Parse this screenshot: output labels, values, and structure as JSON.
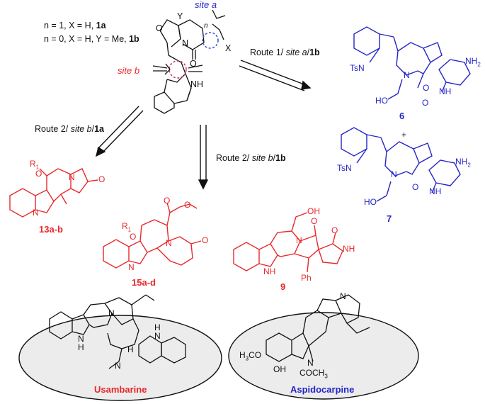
{
  "colors": {
    "black": "#111111",
    "red": "#e8282b",
    "blue": "#2525c8",
    "site_b_circle": "#d33c6b",
    "site_a_circle": "#3b5ec9"
  },
  "conditions": {
    "n1": "n = 1, X = H, ",
    "n1_cmpd": "1a",
    "n0": "n = 0, X = H, Y = Me, ",
    "n0_cmpd": "1b"
  },
  "sites": {
    "a": "site a",
    "b": "site b"
  },
  "start_atoms": {
    "Y": "Y",
    "O": "O",
    "n": "n",
    "X": "X",
    "carbonyl_O": "O",
    "NH": "NH",
    "N": "N"
  },
  "routes": {
    "r1_prefix": "Route 1/ ",
    "r1_site": "site a",
    "r1_sep": "/",
    "r1_cmpd": "1b",
    "r2a_prefix": "Route 2/ ",
    "r2a_site": "site b",
    "r2a_sep": "/",
    "r2a_cmpd": "1a",
    "r2b_prefix": "Route 2/ ",
    "r2b_site": "site b",
    "r2b_sep": "/",
    "r2b_cmpd": "1b"
  },
  "compounds": {
    "c6": "6",
    "c7": "7",
    "c13": "13a-b",
    "c15": "15a-d",
    "c9": "9",
    "usambarine": "Usambarine",
    "aspidocarpine": "Aspidocarpine",
    "plus": "+"
  },
  "atoms6": {
    "TsN": "TsN",
    "N": "N",
    "O1": "O",
    "O2": "O",
    "NH": "NH",
    "NH2": "NH",
    "NH2_sub": "2",
    "HO": "HO"
  },
  "atoms7": {
    "TsN": "TsN",
    "N": "N",
    "O1": "O",
    "NH": "NH",
    "NH2": "NH",
    "NH2_sub": "2",
    "HO": "HO"
  },
  "atoms13": {
    "R": "R",
    "R_sub": "1",
    "O": "O",
    "N": "N",
    "N2": "N",
    "Oc": "O"
  },
  "atoms15": {
    "R": "R",
    "R_sub": "1",
    "O": "O",
    "N": "N",
    "N2": "N",
    "Oc": "O",
    "Oe1": "O",
    "Oe2": "O"
  },
  "atoms9": {
    "OH": "OH",
    "N": "N",
    "NH": "NH",
    "Oc": "O",
    "Oc2": "O",
    "NHl": "NH",
    "Ph": "Ph"
  },
  "atoms_usam": {
    "NH1": "N",
    "NH1b": "H",
    "N": "N",
    "H": "H",
    "N2": "N",
    "NH2": "N",
    "NH2b": "H"
  },
  "atoms_aspido": {
    "H3CO": "H",
    "H3CO_sub": "3",
    "H3CO_end": "CO",
    "N": "N",
    "N2": "N",
    "OH": "OH",
    "COCH3": "COCH",
    "COCH3_sub": "3"
  }
}
